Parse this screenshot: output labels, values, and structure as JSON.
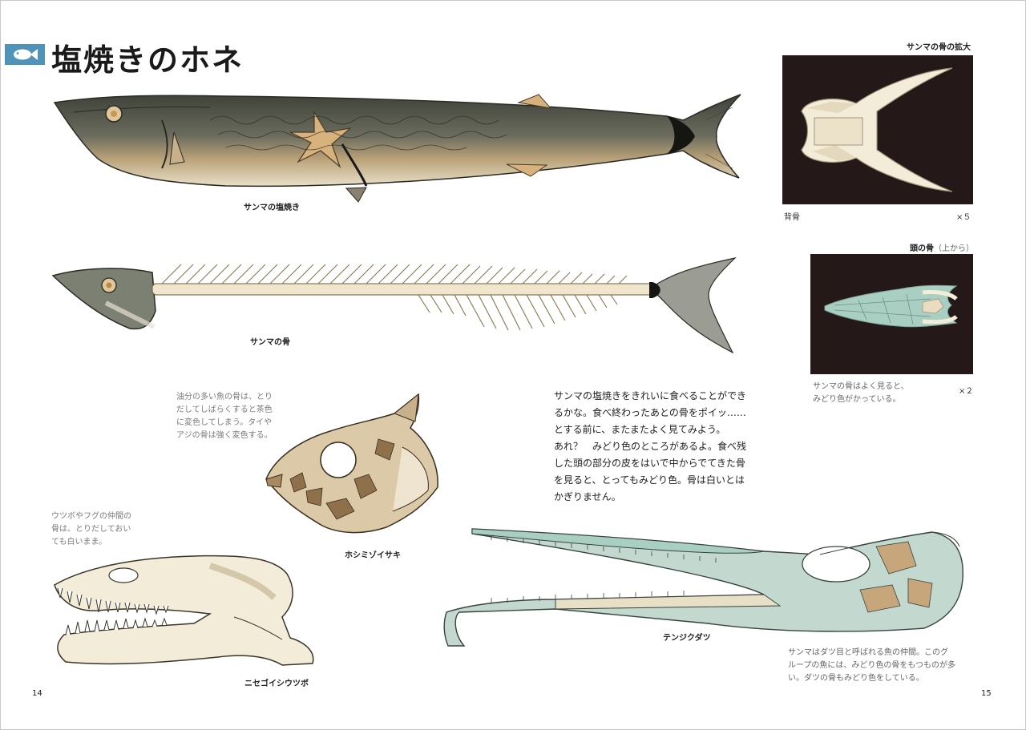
{
  "header": {
    "title": "塩焼きのホネ",
    "badge_color": "#4f93b9",
    "badge_icon": "fish-icon"
  },
  "figures": {
    "grilled": {
      "caption": "サンマの塩焼き"
    },
    "skeleton": {
      "caption": "サンマの骨"
    },
    "vertebra": {
      "label": "サンマの骨の拡大",
      "sub": "背骨",
      "scale": "×５"
    },
    "skull_top": {
      "label": "頭の骨",
      "label_note": "（上から）",
      "note_lines": [
        "サンマの骨はよく見ると、",
        "みどり色がかっている。"
      ],
      "scale": "×２"
    },
    "hoshimizo": {
      "caption": "ホシミゾイサキ"
    },
    "moray": {
      "caption": "ニセゴイシウツボ"
    },
    "needlefish": {
      "caption": "テンジクダツ"
    }
  },
  "notes": {
    "oily": [
      "油分の多い魚の骨は、とり",
      "だしてしばらくすると茶色",
      "に変色してしまう。タイや",
      "アジの骨は強く変色する。"
    ],
    "moray": [
      "ウツボやフグの仲間の",
      "骨は、とりだしておい",
      "ても白いまま。"
    ],
    "datsu": [
      "サンマはダツ目と呼ばれる魚の仲間。このグ",
      "ループの魚には、みどり色の骨をもつものが多",
      "い。ダツの骨もみどり色をしている。"
    ]
  },
  "main_text": [
    "サンマの塩焼きをきれいに食べることができ",
    "るかな。食べ終わったあとの骨をポイッ……",
    "とする前に、またまたよく見てみよう。",
    "あれ？　みどり色のところがあるよ。食べ残",
    "した頭の部分の皮をはいで中からでてきた骨",
    "を見ると、とってもみどり色。骨は白いとは",
    "かぎりません。"
  ],
  "folios": {
    "left": "14",
    "right": "15"
  },
  "colors": {
    "panel": "#241818",
    "bone_green": "#a9cfc3",
    "bone_cream": "#f3ecd9",
    "bone_brown": "#b99d78",
    "fish_dark": "#5a5f55"
  }
}
